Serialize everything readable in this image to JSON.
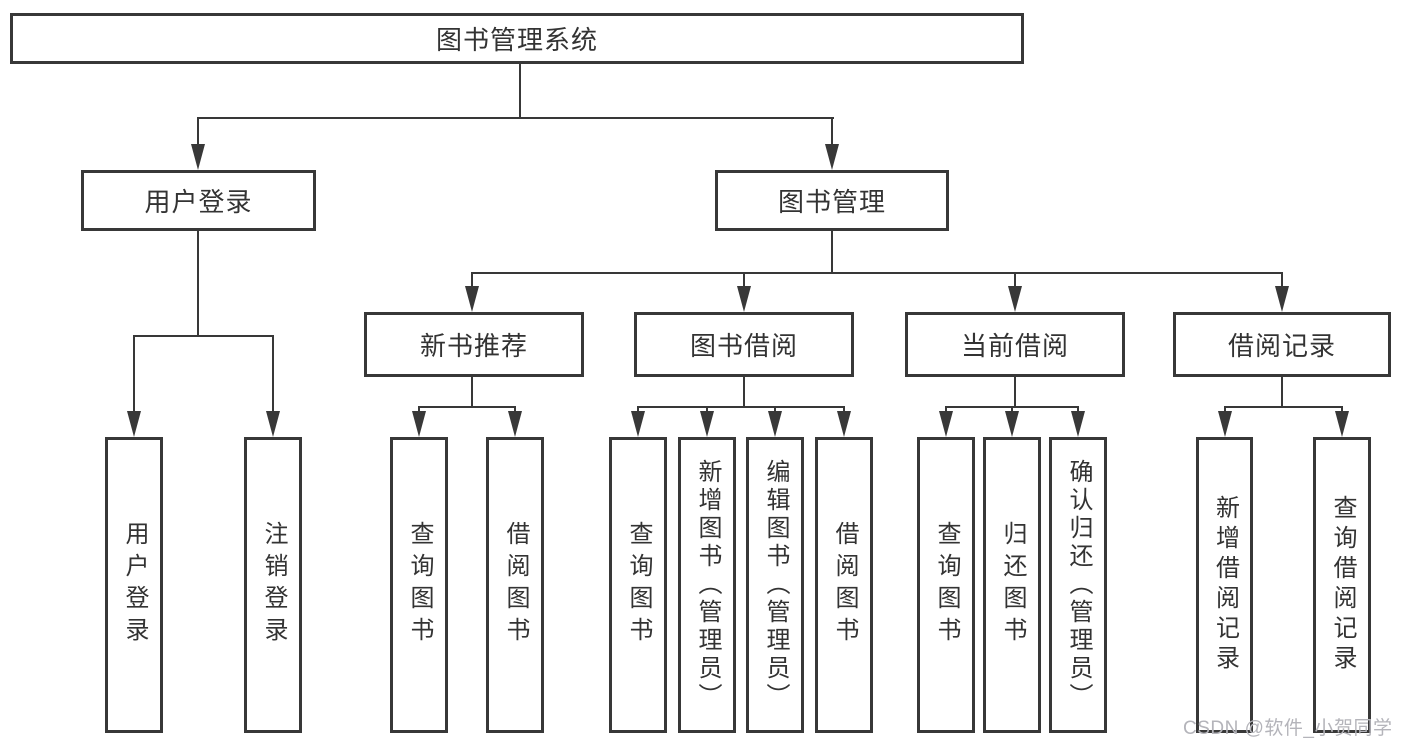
{
  "diagram_type": "hierarchy-tree",
  "tree": {
    "label": "图书管理系统",
    "children": [
      {
        "label": "用户登录",
        "children": [
          {
            "label": "用户登录"
          },
          {
            "label": "注销登录"
          }
        ]
      },
      {
        "label": "图书管理",
        "children": [
          {
            "label": "新书推荐",
            "children": [
              {
                "label": "查询图书"
              },
              {
                "label": "借阅图书"
              }
            ]
          },
          {
            "label": "图书借阅",
            "children": [
              {
                "label": "查询图书"
              },
              {
                "label": "新增图书（管理员）"
              },
              {
                "label": "编辑图书（管理员）"
              },
              {
                "label": "借阅图书"
              }
            ]
          },
          {
            "label": "当前借阅",
            "children": [
              {
                "label": "查询图书"
              },
              {
                "label": "归还图书"
              },
              {
                "label": "确认归还（管理员）"
              }
            ]
          },
          {
            "label": "借阅记录",
            "children": [
              {
                "label": "新增借阅记录"
              },
              {
                "label": "查询借阅记录"
              }
            ]
          }
        ]
      }
    ]
  },
  "watermark": {
    "text": "CSDN @软件_小贺同学"
  },
  "colors": {
    "line": "#383838",
    "text": "#333333",
    "watermark": "#b4b4ba",
    "background": "#ffffff"
  }
}
